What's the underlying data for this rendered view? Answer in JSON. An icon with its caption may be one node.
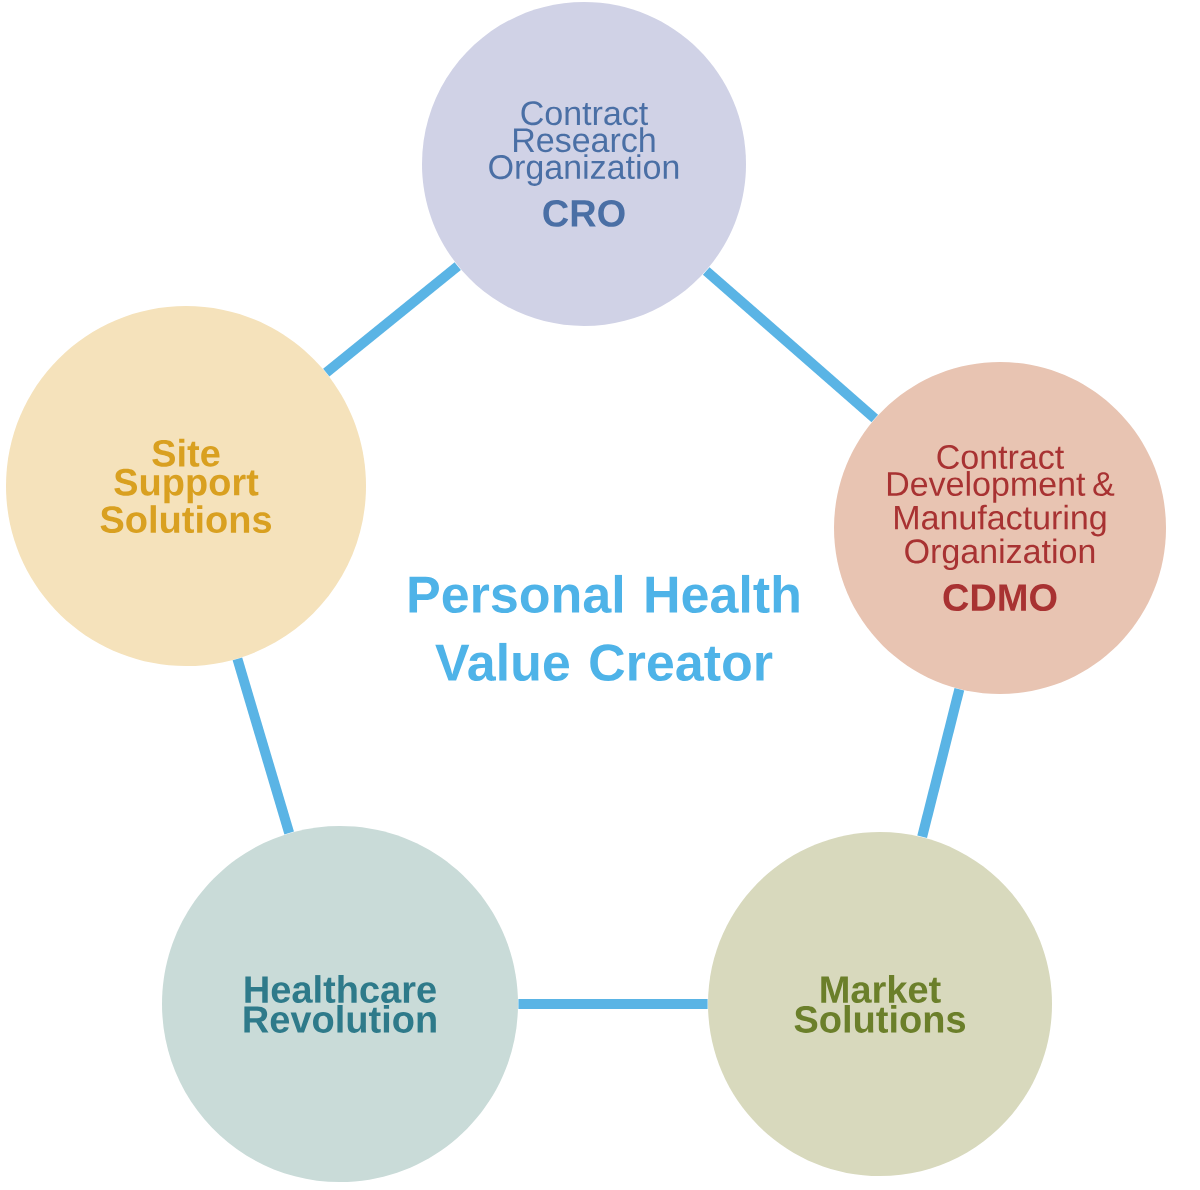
{
  "diagram": {
    "nodes": [
      {
        "text": [
          "Contract Research Organization",
          "CRO"
        ]
      },
      {
        "text": [
          "Contract Development & Manufacturing Organization",
          "CDMO"
        ]
      },
      {
        "text": [
          "Market Solutions"
        ]
      },
      {
        "text": [
          "Healthcare Revolution"
        ]
      },
      {
        "text": [
          "Site Support Solutions"
        ]
      }
    ],
    "edges": [
      {
        "from": 0,
        "to": 1,
        "arrow": "none"
      },
      {
        "from": 1,
        "to": 2,
        "arrow": "none"
      },
      {
        "from": 2,
        "to": 3,
        "arrow": "none"
      },
      {
        "from": 3,
        "to": 4,
        "arrow": "none"
      },
      {
        "from": 4,
        "to": 0,
        "arrow": "none"
      }
    ],
    "labels": [
      "Personal Health Value Creator"
    ]
  }
}
